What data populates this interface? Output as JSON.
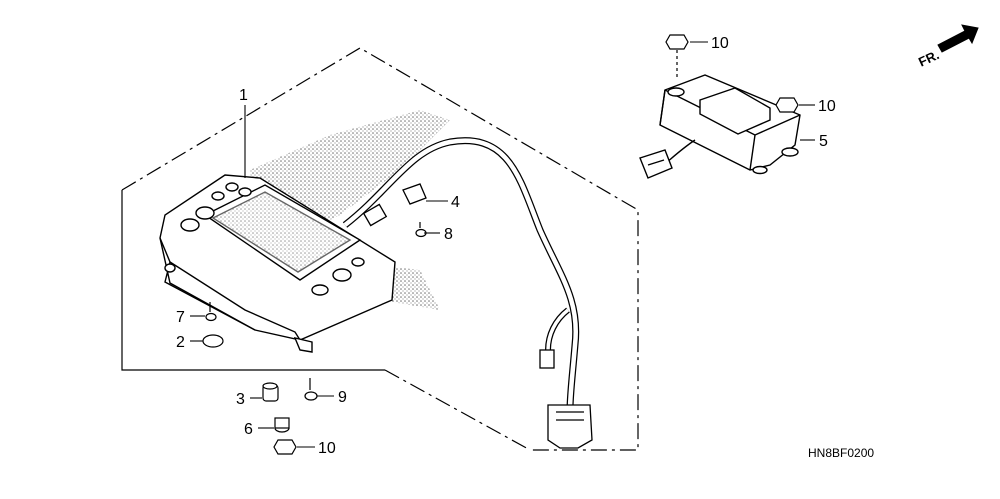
{
  "diagram": {
    "drawing_code": "HN8BF0200",
    "direction_label": "FR.",
    "callouts": {
      "c1": "1",
      "c2": "2",
      "c3": "3",
      "c4": "4",
      "c5": "5",
      "c6": "6",
      "c7": "7",
      "c8": "8",
      "c9": "9",
      "c10a": "10",
      "c10b": "10",
      "c10c": "10"
    }
  }
}
